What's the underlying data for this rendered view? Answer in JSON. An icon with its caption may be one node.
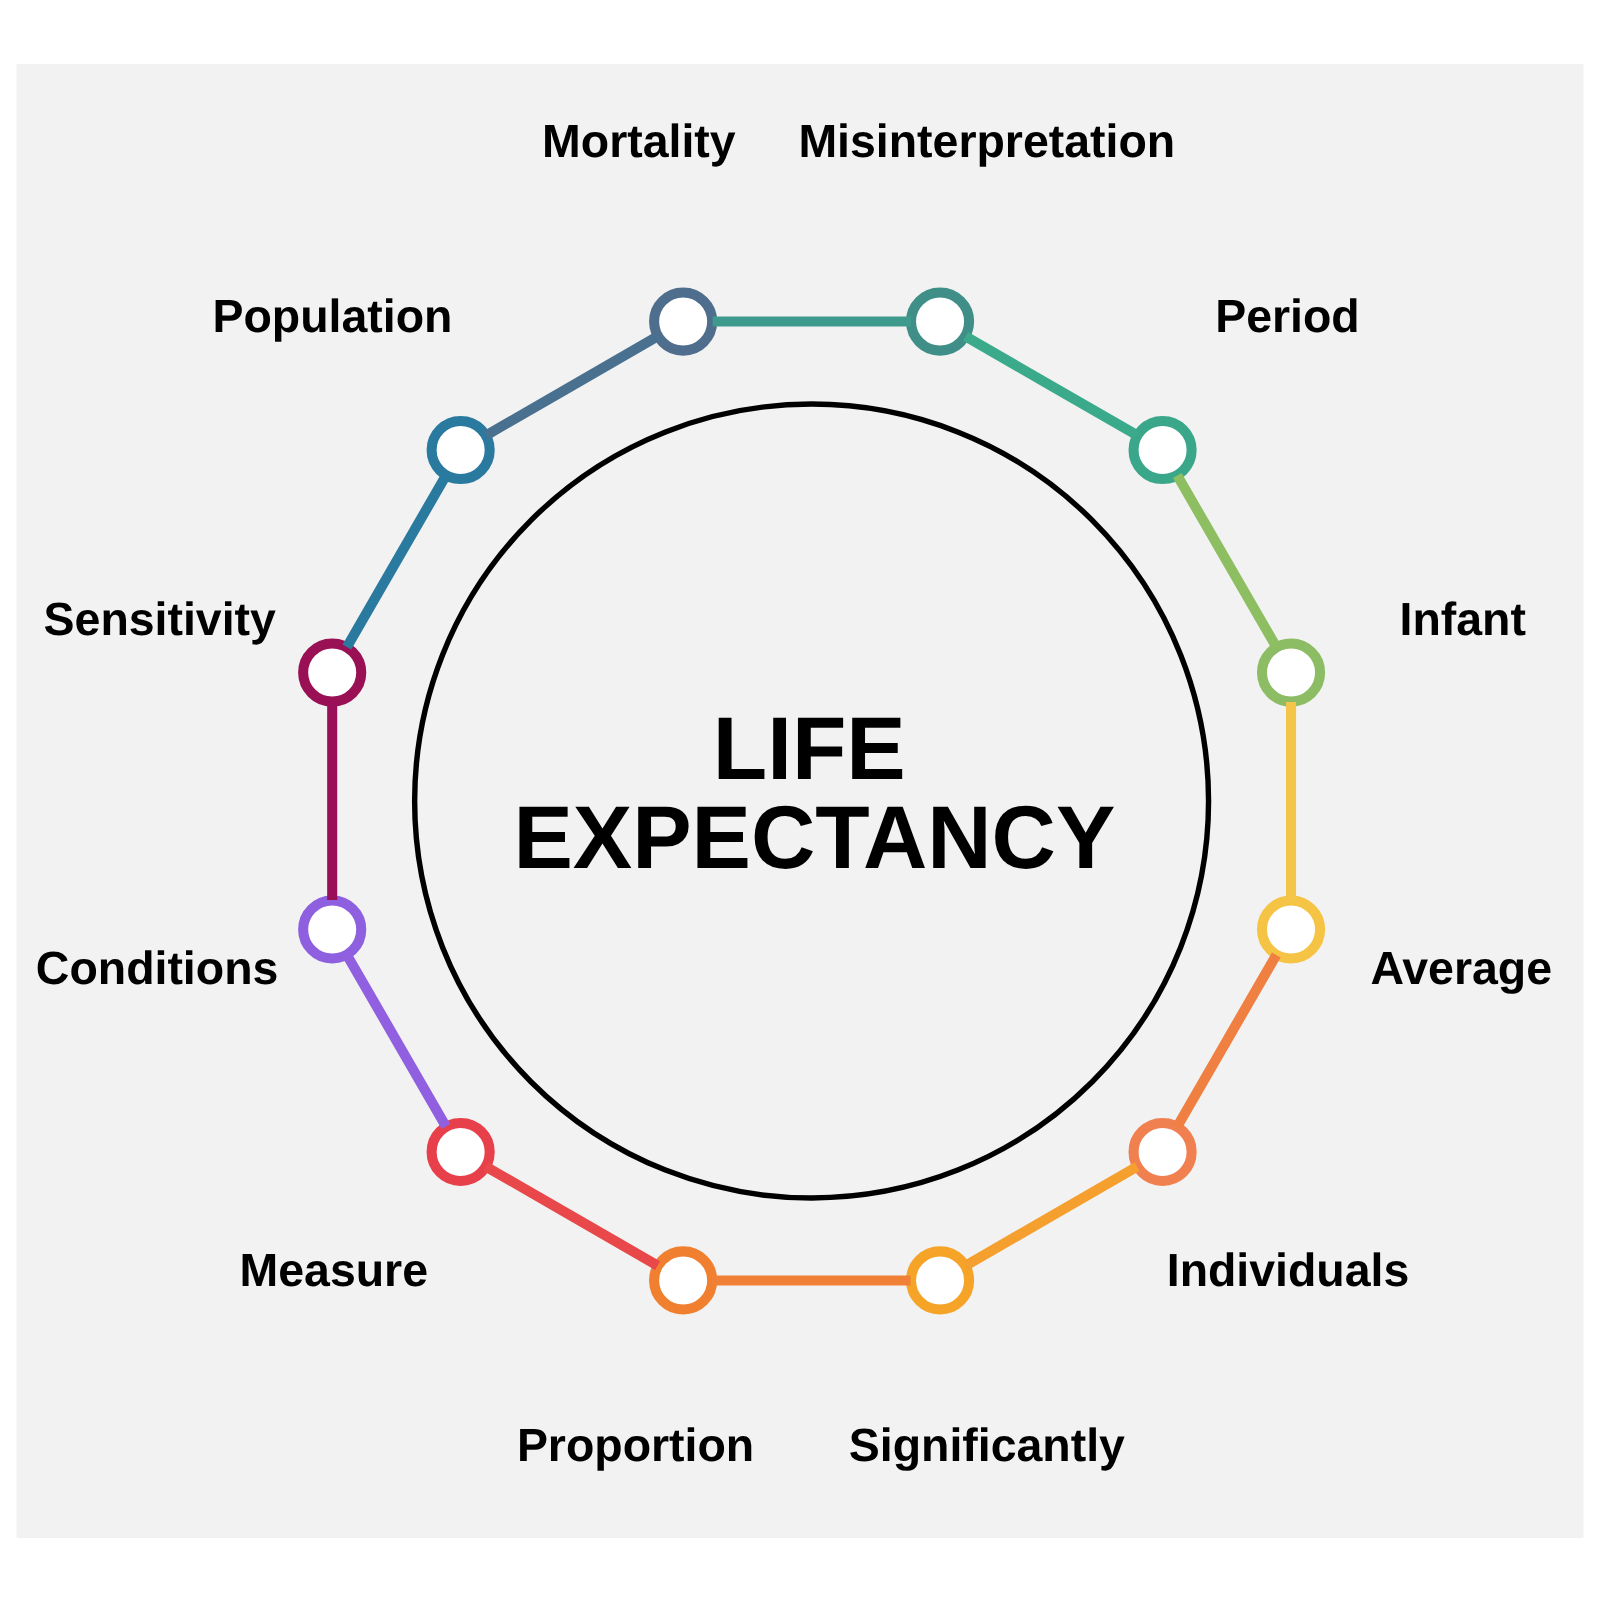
{
  "diagram": {
    "nodes": [
      {
        "text": [
          "LIFE EXPECTANCY"
        ]
      },
      {
        "text": [],
        "shape": "circle",
        "beside": [
          "Mortality"
        ]
      },
      {
        "text": [],
        "shape": "circle",
        "beside": [
          "Misinterpretation"
        ]
      },
      {
        "text": [],
        "shape": "circle",
        "beside": [
          "Period"
        ]
      },
      {
        "text": [],
        "shape": "circle",
        "beside": [
          "Infant"
        ]
      },
      {
        "text": [],
        "shape": "circle",
        "beside": [
          "Average"
        ]
      },
      {
        "text": [],
        "shape": "circle",
        "beside": [
          "Individuals"
        ]
      },
      {
        "text": [],
        "shape": "circle",
        "beside": [
          "Significantly"
        ]
      },
      {
        "text": [],
        "shape": "circle",
        "beside": [
          "Proportion"
        ]
      },
      {
        "text": [],
        "shape": "circle",
        "beside": [
          "Measure"
        ]
      },
      {
        "text": [],
        "shape": "circle",
        "beside": [
          "Conditions"
        ]
      },
      {
        "text": [],
        "shape": "circle",
        "beside": [
          "Sensitivity"
        ]
      },
      {
        "text": [],
        "shape": "circle",
        "beside": [
          "Population"
        ]
      }
    ],
    "edges": [
      {
        "from": 1,
        "to": 2,
        "arrow": "none",
        "color": "#3f9a8e"
      },
      {
        "from": 2,
        "to": 3,
        "arrow": "none",
        "color": "#3aaa8a"
      },
      {
        "from": 3,
        "to": 4,
        "arrow": "none",
        "color": "#8dbf62"
      },
      {
        "from": 4,
        "to": 5,
        "arrow": "none",
        "color": "#f5c54a"
      },
      {
        "from": 5,
        "to": 6,
        "arrow": "none",
        "color": "#f08042"
      },
      {
        "from": 6,
        "to": 7,
        "arrow": "none",
        "color": "#f5a02e"
      },
      {
        "from": 7,
        "to": 8,
        "arrow": "none",
        "color": "#f08036"
      },
      {
        "from": 8,
        "to": 9,
        "arrow": "none",
        "color": "#e8484a"
      },
      {
        "from": 9,
        "to": 10,
        "arrow": "none",
        "color": "#9060e0"
      },
      {
        "from": 10,
        "to": 11,
        "arrow": "none",
        "color": "#9a1058"
      },
      {
        "from": 11,
        "to": 12,
        "arrow": "none",
        "color": "#2a7aa0"
      },
      {
        "from": 12,
        "to": 1,
        "arrow": "none",
        "color": "#4a7090"
      }
    ]
  }
}
